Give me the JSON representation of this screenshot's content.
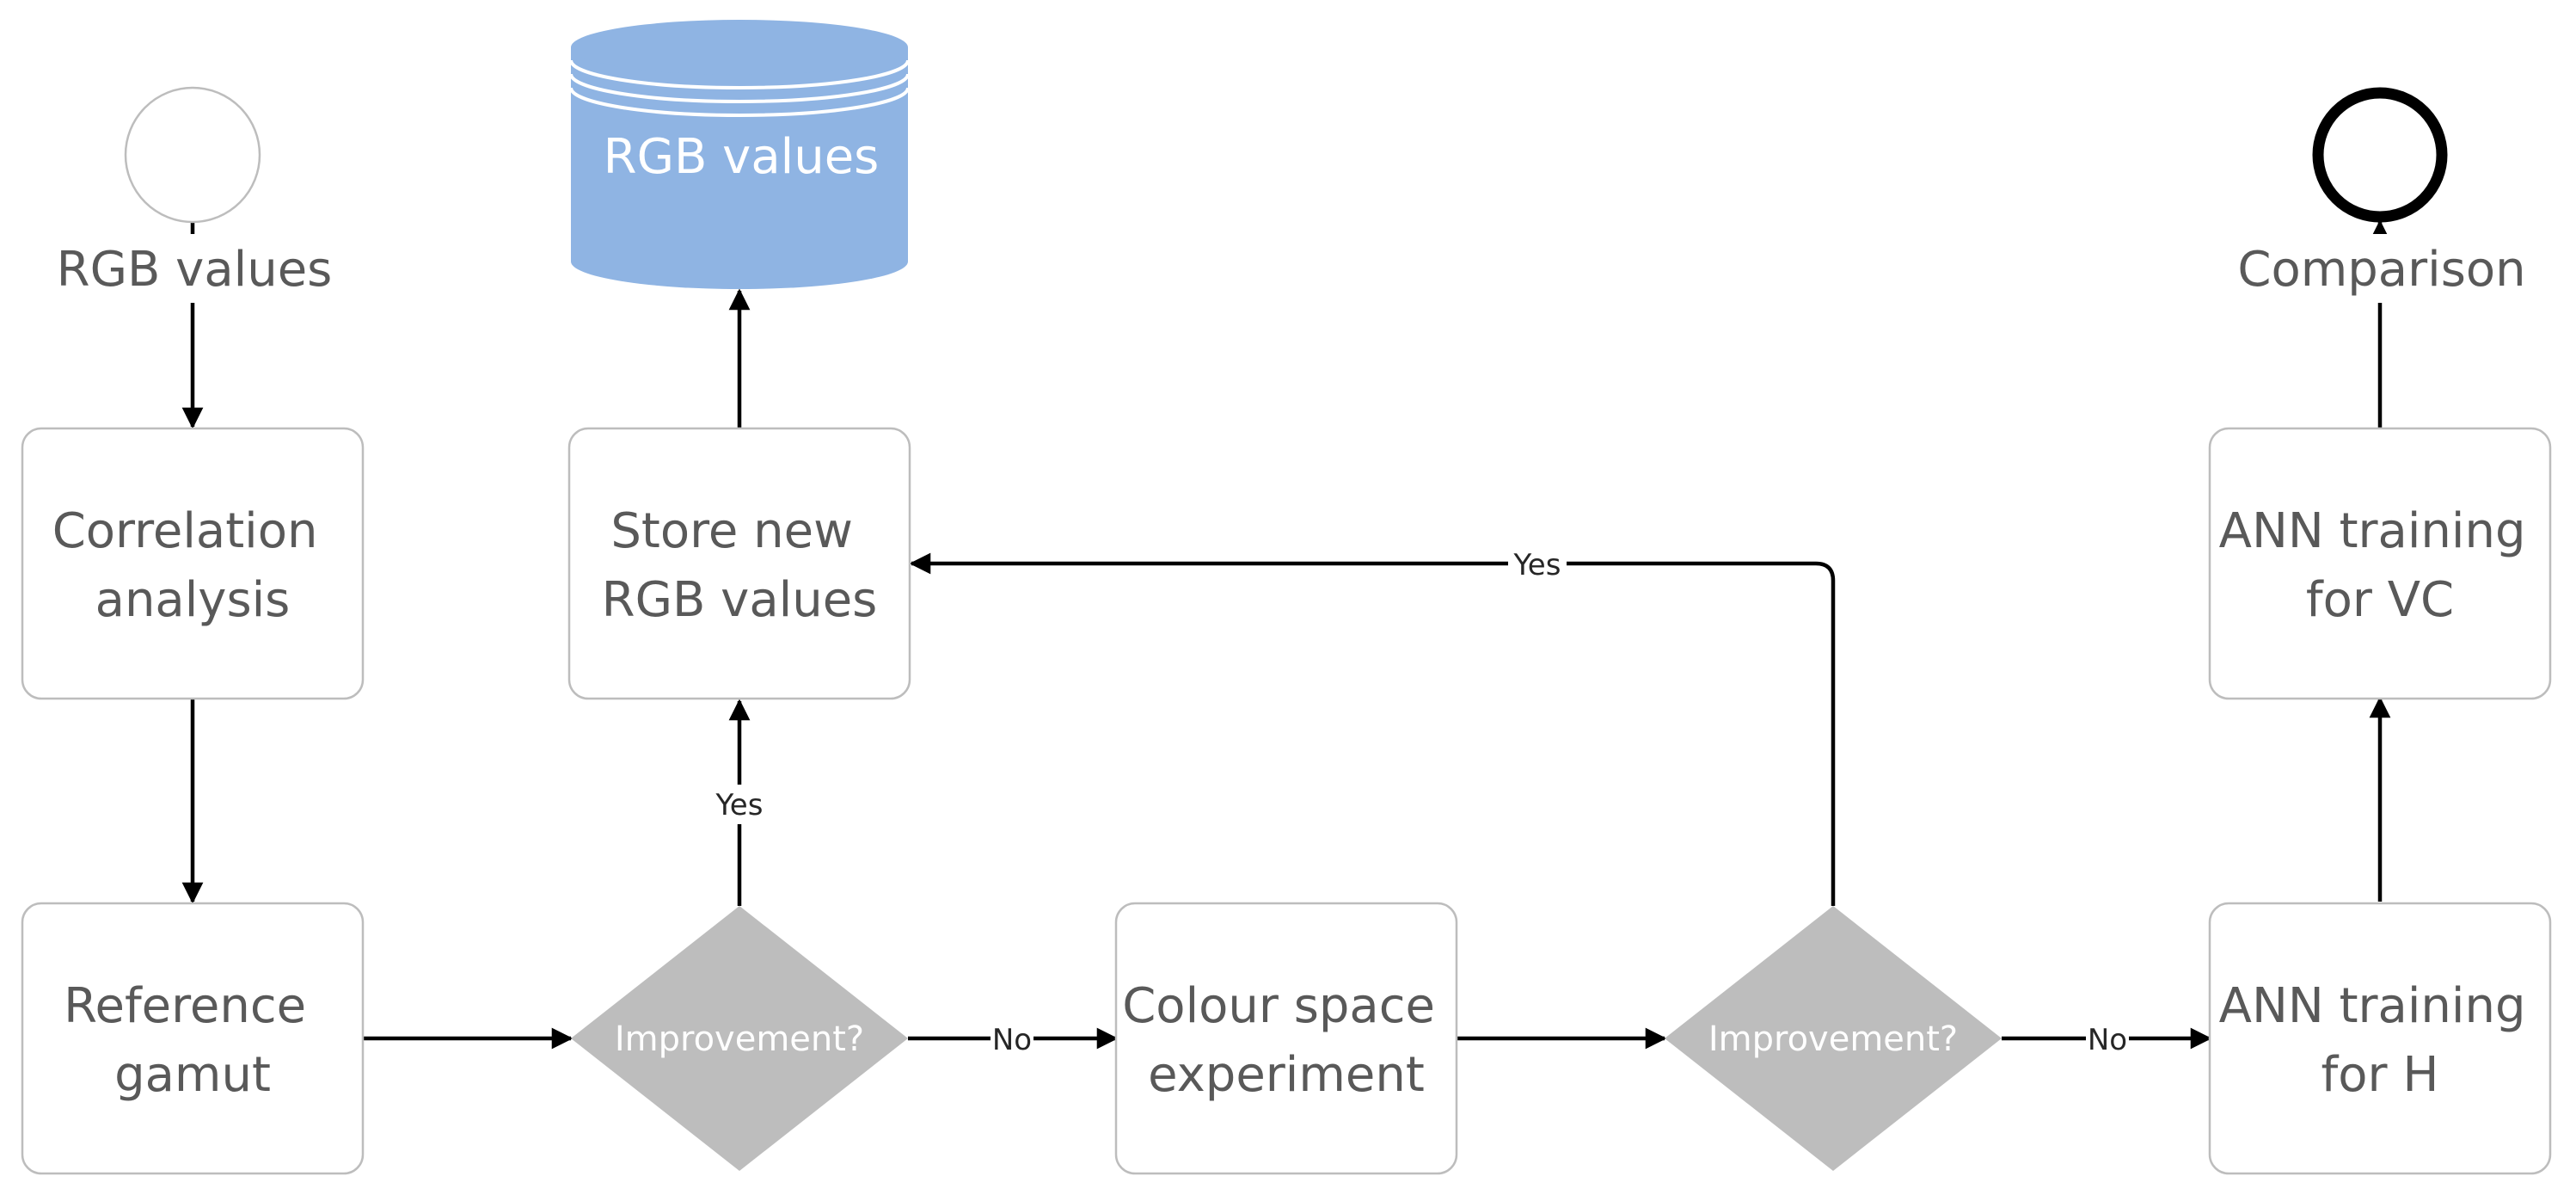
{
  "nodes": {
    "start_event": {
      "label": "RGB values"
    },
    "database": {
      "label": "RGB values",
      "color": "#8fb4e3"
    },
    "end_event": {
      "label": "Comparison"
    },
    "correlation": {
      "line1": "Correlation",
      "line2": "analysis"
    },
    "reference": {
      "line1": "Reference",
      "line2": "gamut"
    },
    "store": {
      "line1": "Store new",
      "line2": "RGB values"
    },
    "decision1": {
      "label": "Improvement?"
    },
    "colour_space": {
      "line1": "Colour space",
      "line2": "experiment"
    },
    "decision2": {
      "label": "Improvement?"
    },
    "ann_h": {
      "line1": "ANN training",
      "line2": "for H"
    },
    "ann_vc": {
      "line1": "ANN training",
      "line2": "for VC"
    }
  },
  "edges": {
    "d1_yes": "Yes",
    "d1_no": "No",
    "d2_yes": "Yes",
    "d2_no": "No"
  },
  "colors": {
    "process_border": "#bdbdbd",
    "decision_fill": "#bdbdbd",
    "text": "#595959",
    "arrow": "#000000"
  }
}
